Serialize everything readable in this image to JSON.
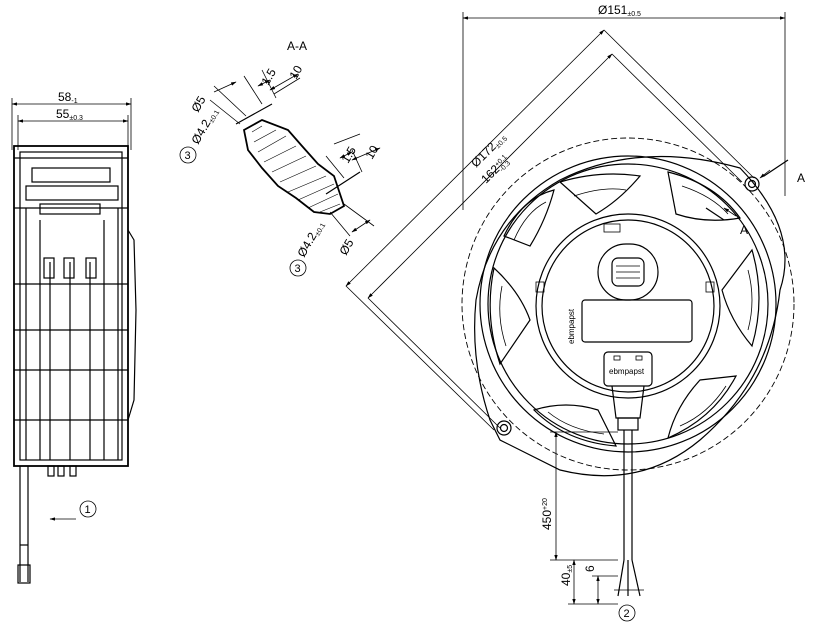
{
  "section": {
    "title": "A-A"
  },
  "side_view": {
    "width_outer": "58",
    "width_outer_tol": "-1",
    "width_inner": "55",
    "width_inner_tol": "±0.3"
  },
  "section_view": {
    "dia_a": "Ø5",
    "dia_b": "Ø4.2",
    "dia_b_tol": "±0.1",
    "dim_small": "1.5",
    "dim_large": "10",
    "callout": "3"
  },
  "front_view": {
    "dia_outer": "Ø151",
    "dia_outer_tol": "±0.5",
    "dia_hole_circle": "Ø172",
    "dia_hole_circle_tol": "±0.5",
    "diag": "162",
    "diag_tol_upper": "+0.1",
    "diag_tol_lower": "-0.3",
    "section_marker": "A",
    "brand": "ebmpapst"
  },
  "cable": {
    "length": "450",
    "length_tol": "+20",
    "strip_length": "40",
    "strip_tol": "±5",
    "end_length": "6"
  },
  "callouts": {
    "side": "1",
    "cable": "2"
  }
}
